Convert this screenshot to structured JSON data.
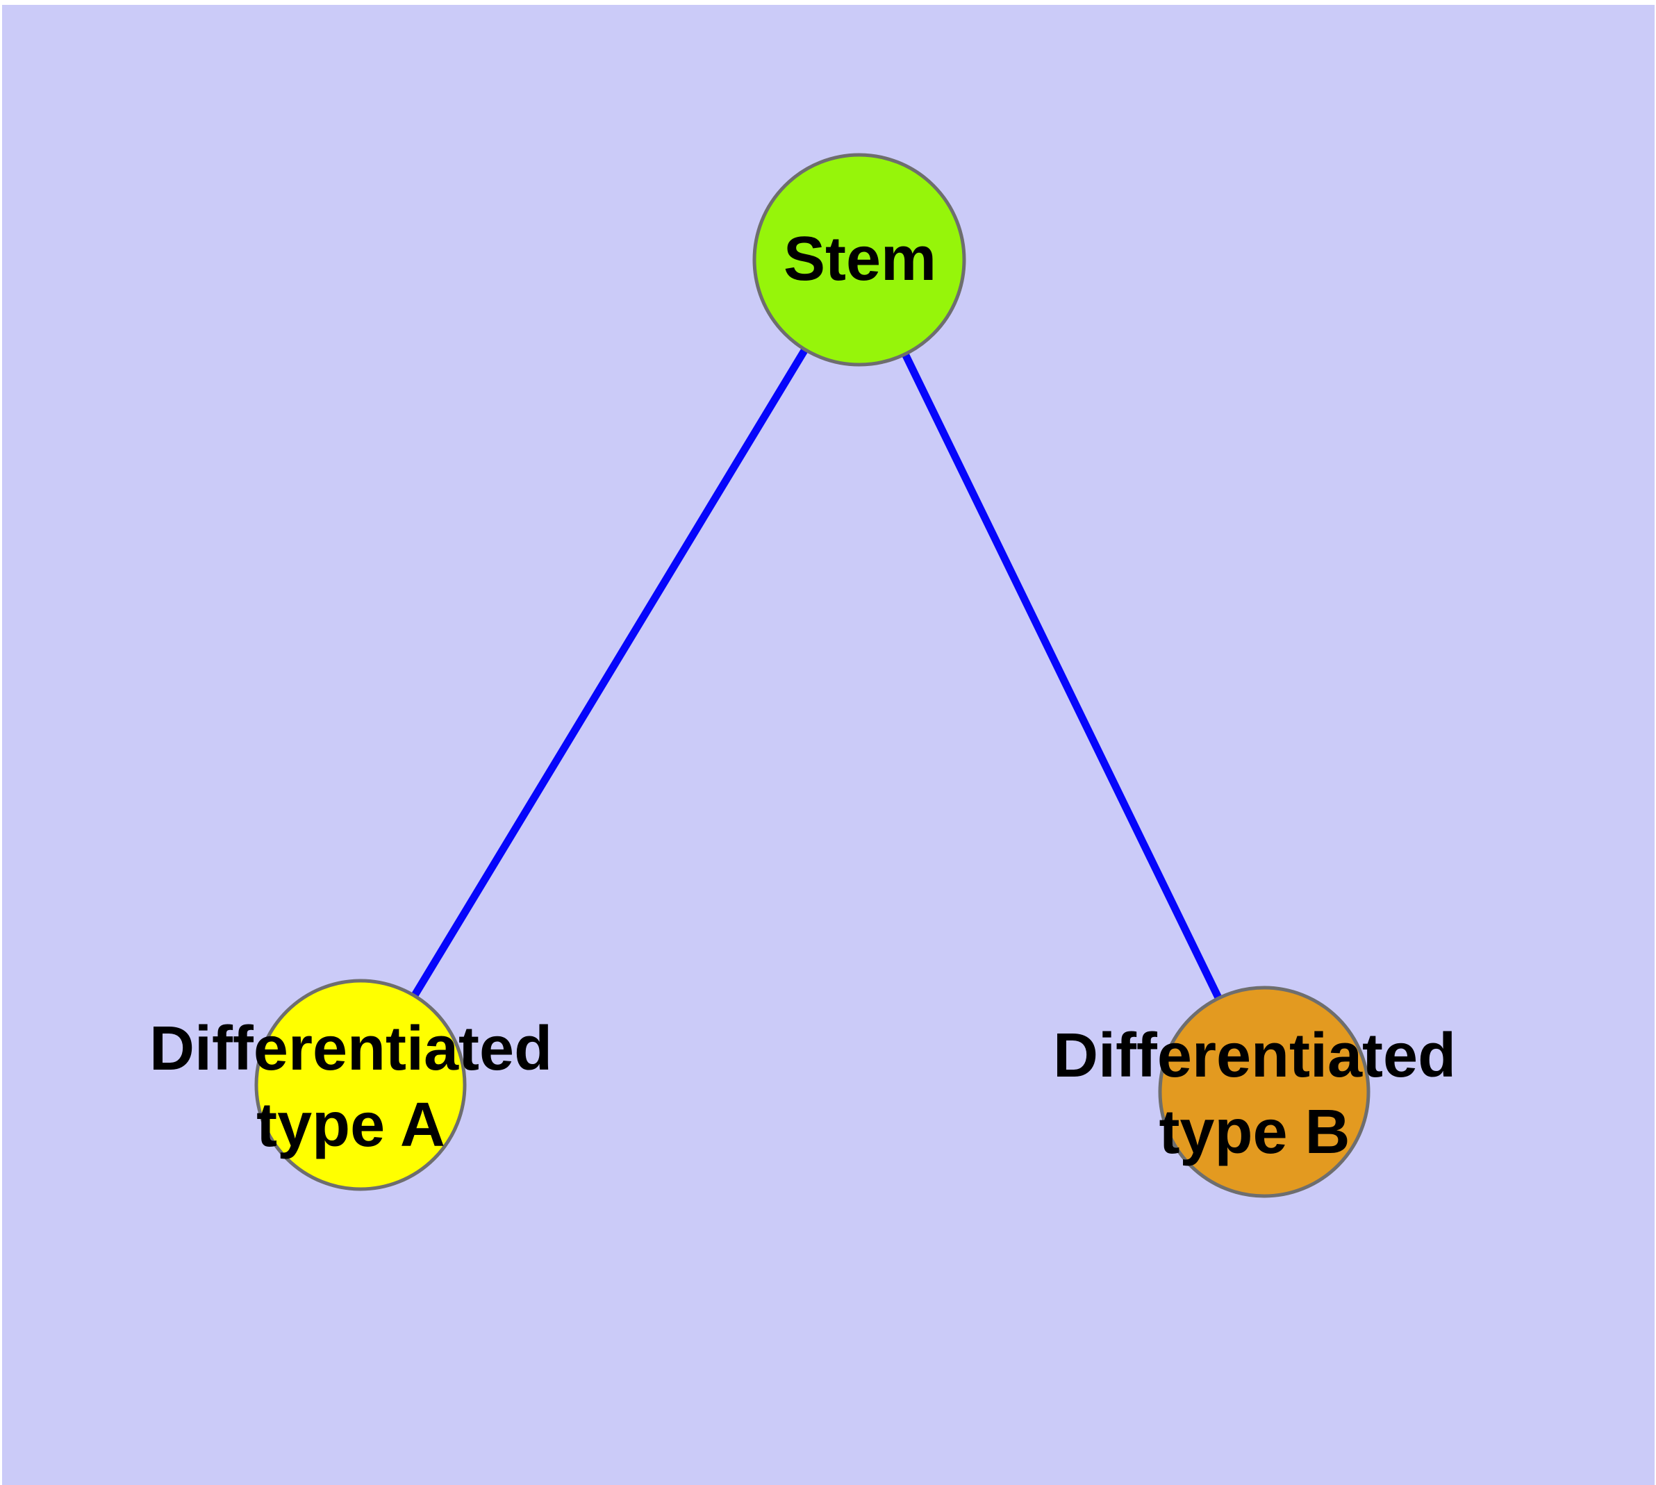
{
  "colors": {
    "page_background": "#FFFFFF",
    "canvas_background": "#CBCBF8",
    "edge": "#0606FB",
    "node_border": "#6E6E6E",
    "label_text": "#000000"
  },
  "diagram": {
    "nodes": [
      {
        "id": "stem",
        "label": "Stem",
        "fill": "#96F50A"
      },
      {
        "id": "type-a",
        "label": "Differentiated\ntype A",
        "fill": "#FFFF00"
      },
      {
        "id": "type-b",
        "label": "Differentiated\ntype B",
        "fill": "#E39A20"
      }
    ],
    "edges": [
      {
        "from": "stem",
        "to": "type-a"
      },
      {
        "from": "stem",
        "to": "type-b"
      }
    ]
  }
}
